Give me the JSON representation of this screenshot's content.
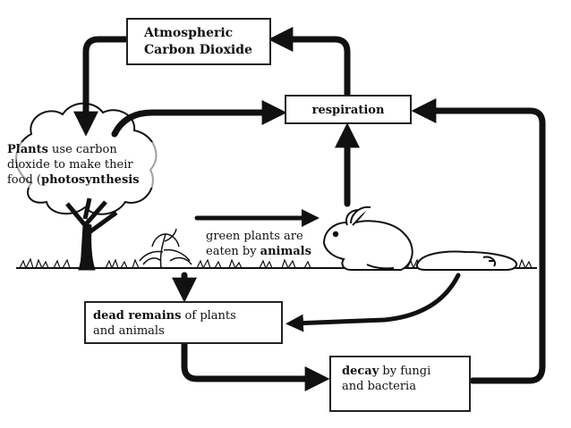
{
  "atmospheric": {
    "line1": "Atmospheric",
    "line2": "Carbon Dioxide"
  },
  "respiration": {
    "label": "respiration"
  },
  "plants": {
    "bold1": "Plants",
    "text1": " use carbon",
    "line2": "dioxide to make their",
    "line3_prefix": "food (",
    "bold2": "photosynthesis"
  },
  "eaten": {
    "line1": "green plants are",
    "line2_prefix": "eaten by ",
    "bold": "animals"
  },
  "dead": {
    "bold": "dead remains",
    "text": " of plants",
    "line2": "and animals"
  },
  "decay": {
    "bold": "decay",
    "text": " by fungi",
    "line2": "and bacteria"
  },
  "colors": {
    "ink": "#111111",
    "background": "#ffffff"
  }
}
